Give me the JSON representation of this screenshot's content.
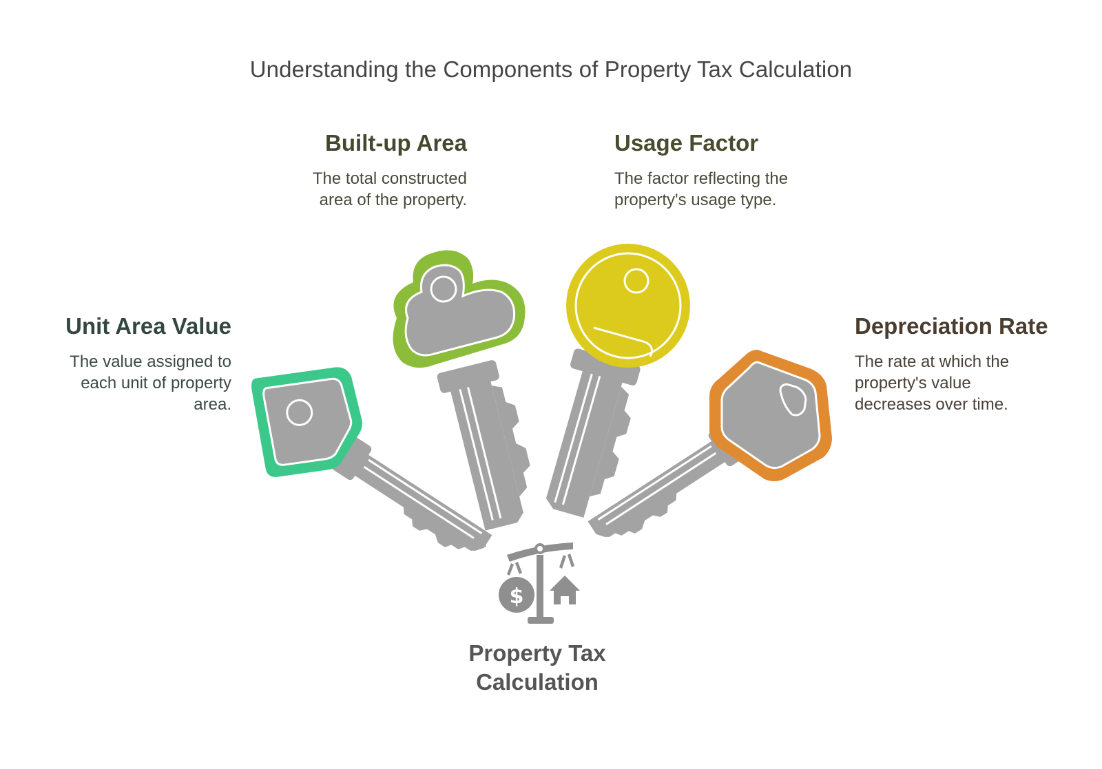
{
  "title": "Understanding the Components of Property Tax Calculation",
  "components": {
    "unit_area_value": {
      "heading": "Unit Area Value",
      "line1": "The value assigned to",
      "line2": "each unit of property",
      "line3": "area.",
      "color": "#3cc88a"
    },
    "built_up_area": {
      "heading": "Built-up Area",
      "line1": "The total constructed",
      "line2": "area of the property.",
      "color": "#8bbd3a"
    },
    "usage_factor": {
      "heading": "Usage Factor",
      "line1": "The factor reflecting the",
      "line2": "property's usage type.",
      "color": "#dccb1c"
    },
    "depreciation_rate": {
      "heading": "Depreciation Rate",
      "line1": "The rate at which the",
      "line2": "property's value",
      "line3": "decreases over time.",
      "color": "#e08a32"
    }
  },
  "center": {
    "line1": "Property Tax",
    "line2": "Calculation",
    "icon": "scale-icon"
  },
  "colors": {
    "key_gray": "#a3a3a3",
    "icon_gray": "#8f8f8f"
  }
}
